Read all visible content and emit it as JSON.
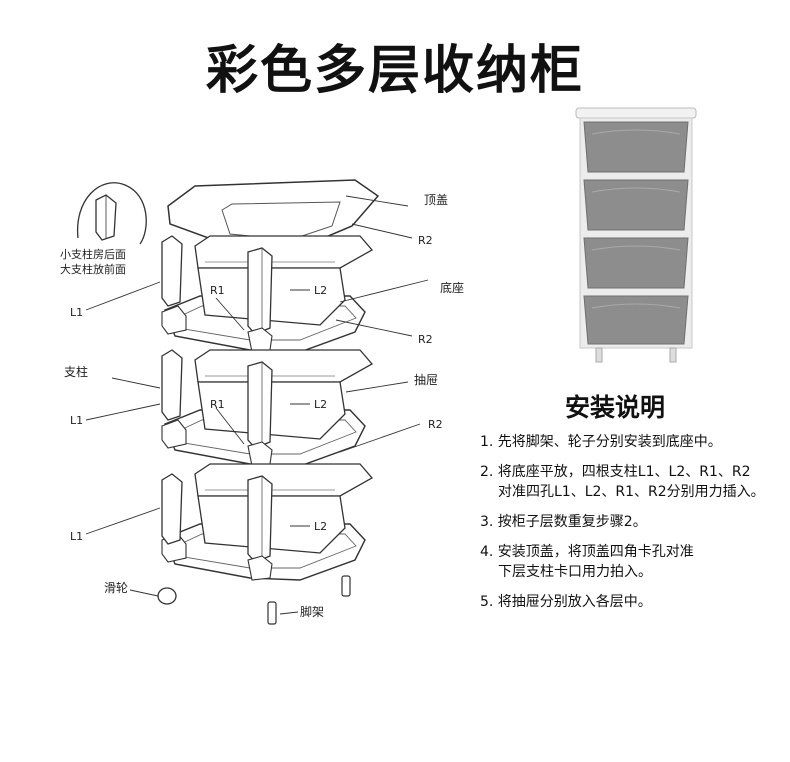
{
  "title": "彩色多层收纳柜",
  "diagram_labels": {
    "top_cover": "顶盖",
    "base": "底座",
    "pillar": "支柱",
    "drawer": "抽屉",
    "wheel": "滑轮",
    "foot": "脚架",
    "note_line1": "小支柱房后面",
    "note_line2": "大支柱放前面",
    "l1": "L1",
    "l2": "L2",
    "r1": "R1",
    "r2": "R2"
  },
  "instructions": {
    "heading": "安装说明",
    "steps": [
      {
        "lines": [
          "1. 先将脚架、轮子分别安装到底座中。"
        ]
      },
      {
        "lines": [
          "2. 将底座平放，四根支柱L1、L2、R1、R2",
          "对准四孔L1、L2、R1、R2分别用力插入。"
        ]
      },
      {
        "lines": [
          "3. 按柜子层数重复步骤2。"
        ]
      },
      {
        "lines": [
          "4. 安装顶盖，将顶盖四角卡孔对准",
          "下层支柱卡口用力拍入。"
        ]
      },
      {
        "lines": [
          "5. 将抽屉分别放入各层中。"
        ]
      }
    ]
  },
  "colors": {
    "line": "#333333",
    "drawer_gray": "#8d8d8d",
    "frame_white": "#f2f2f2"
  }
}
